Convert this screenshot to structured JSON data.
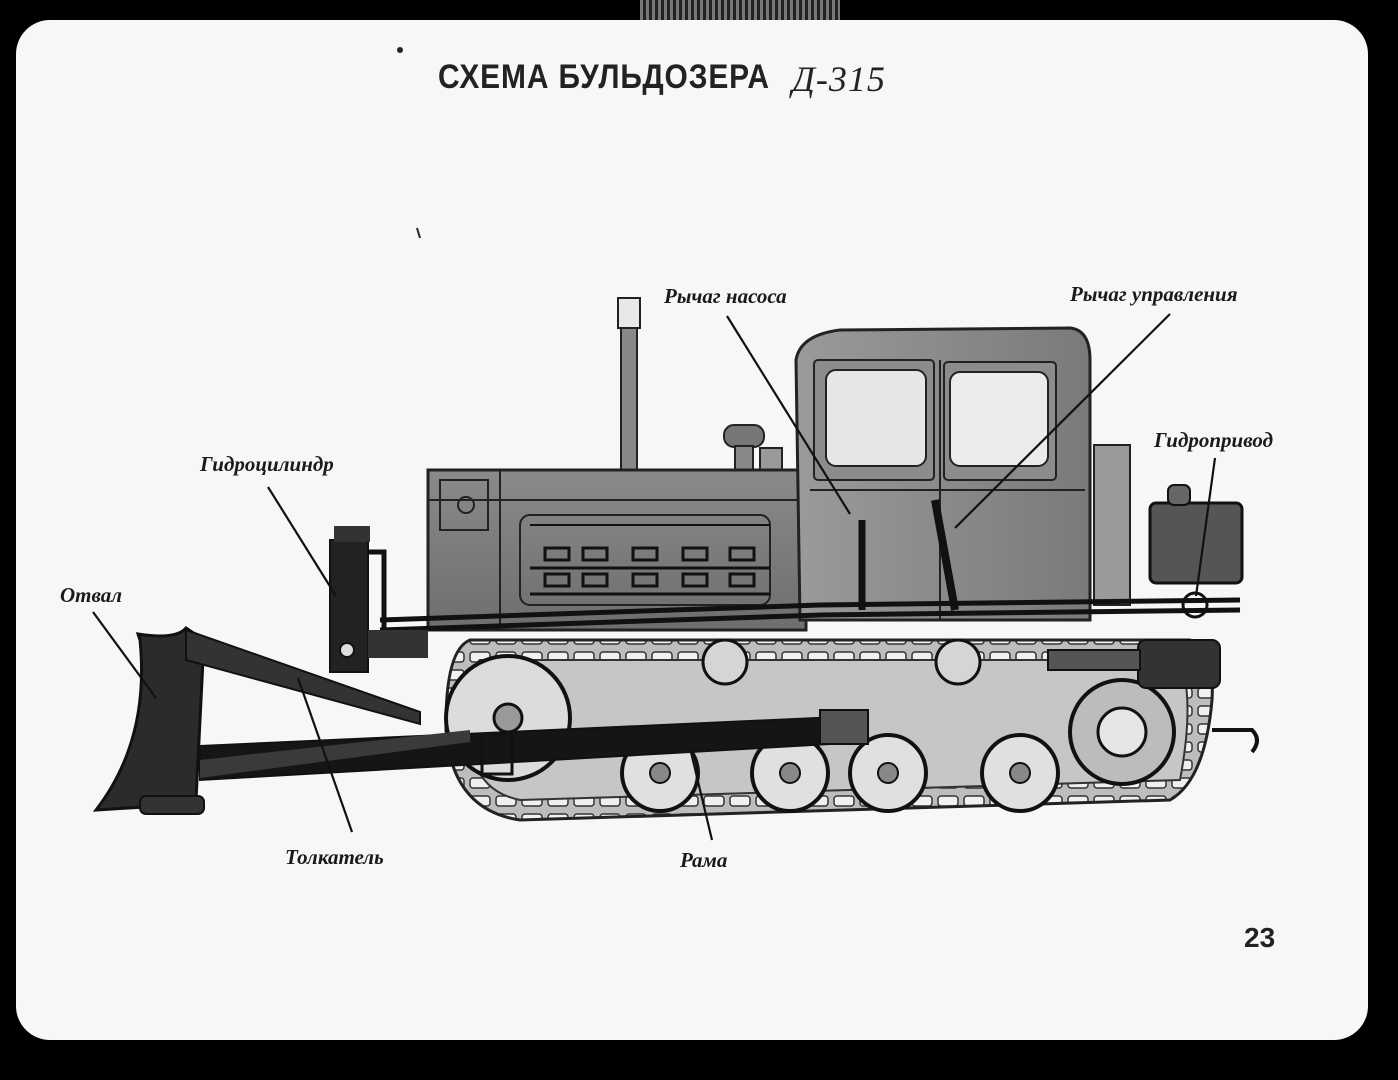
{
  "title": {
    "main": "СХЕМА БУЛЬДОЗЕРА",
    "model": "Д-315"
  },
  "labels": {
    "pump_lever": "Рычаг насоса",
    "control_lever": "Рычаг управления",
    "hydro_cylinder": "Гидроцилиндр",
    "hydro_drive": "Гидропривод",
    "blade": "Отвал",
    "pusher": "Толкатель",
    "frame": "Рама"
  },
  "page_number": "23",
  "colors": {
    "background": "#000000",
    "slide": "#f7f7f5",
    "ink": "#1a1a1a"
  }
}
